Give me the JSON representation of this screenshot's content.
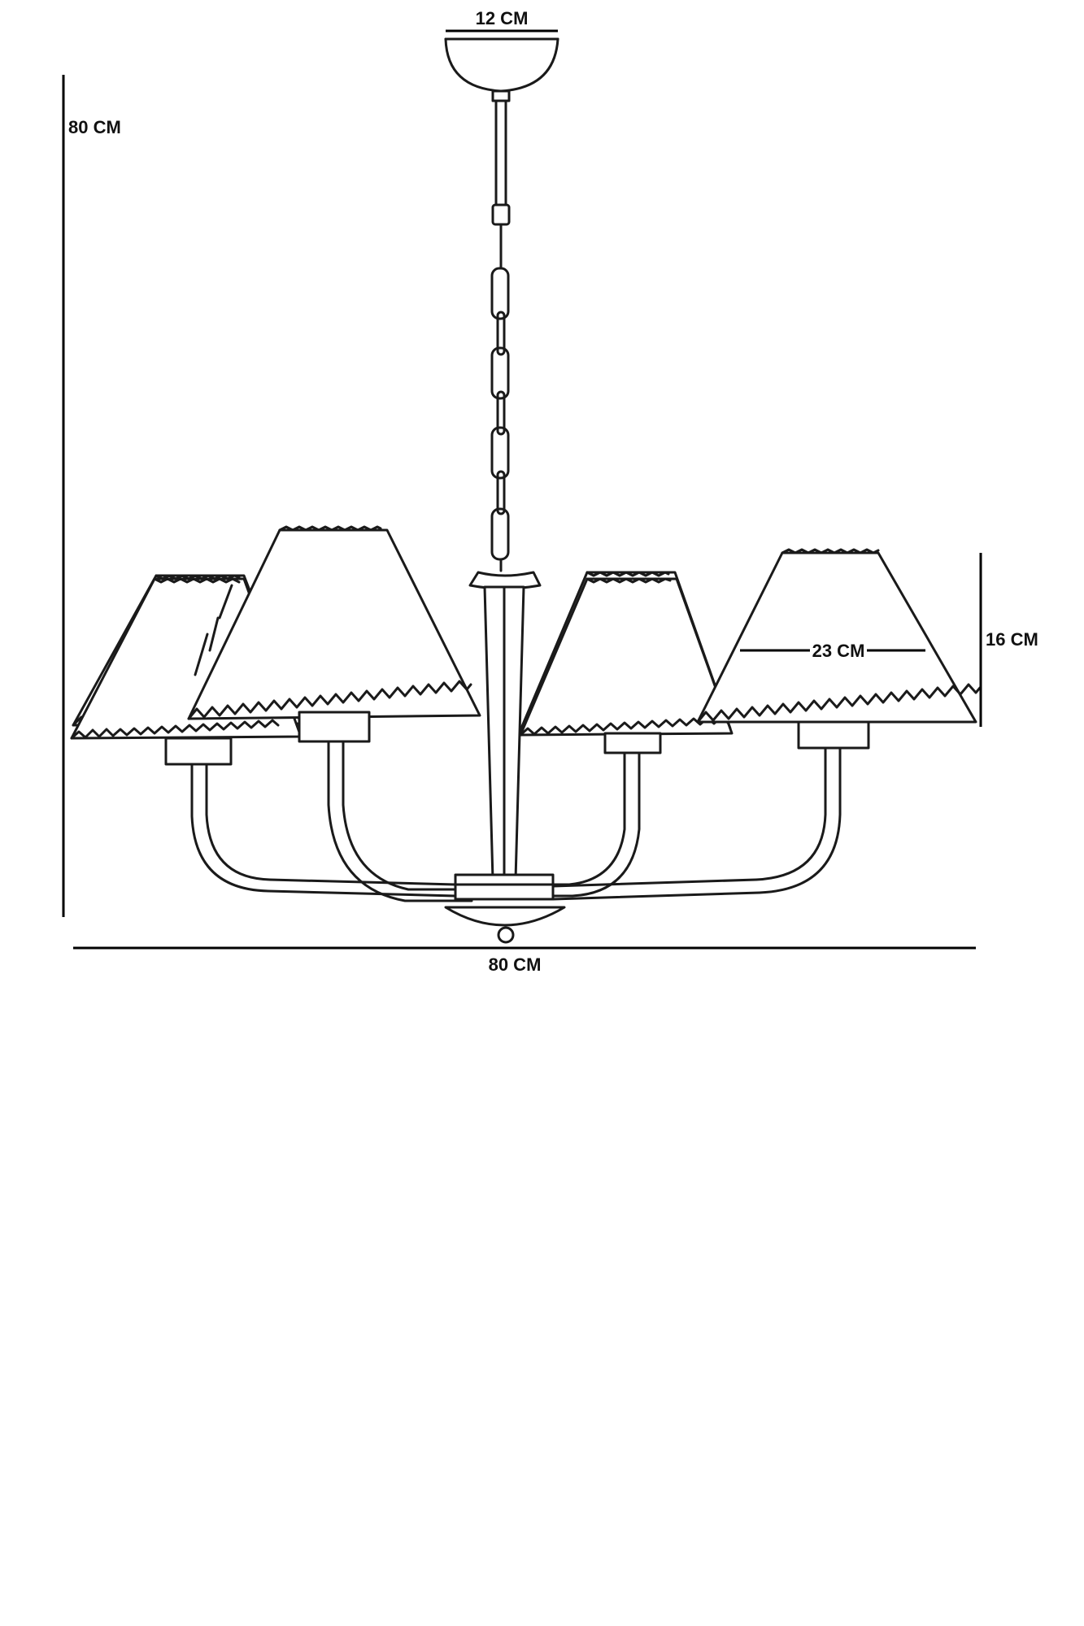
{
  "dimensions": {
    "canopy_width": "12 CM",
    "total_height": "80 CM",
    "shade_height": "16 CM",
    "shade_width": "23 CM",
    "total_width": "80 CM"
  },
  "colors": {
    "ink": "#1a1a1a",
    "background": "#ffffff"
  }
}
